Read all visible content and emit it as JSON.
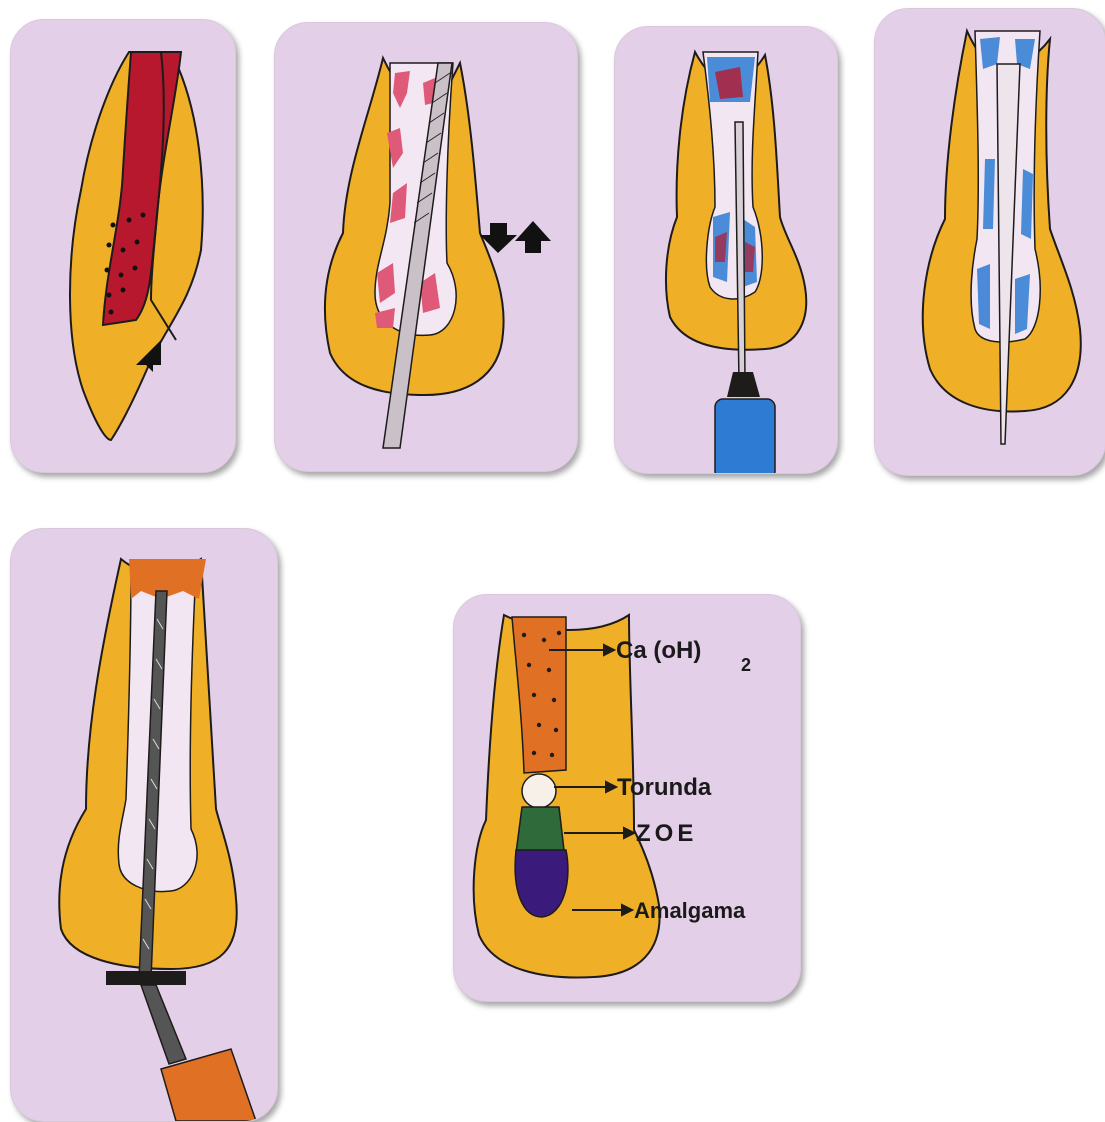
{
  "colors": {
    "card_bg": "#e4cfe9",
    "tooth_yellow": "#efb028",
    "outline": "#1e1b1b",
    "blood_red": "#b7182e",
    "pink_red": "#de5a78",
    "blue": "#2e7bd4",
    "orange": "#e07024",
    "green": "#2f6a3a",
    "purple": "#3a1a7a"
  },
  "panel6": {
    "labels": {
      "caoh_main": "Ca (oH)",
      "caoh_sub": "2",
      "torunda": "Torunda",
      "zoe": "ZOE",
      "amalgama": "Amalgama"
    }
  }
}
